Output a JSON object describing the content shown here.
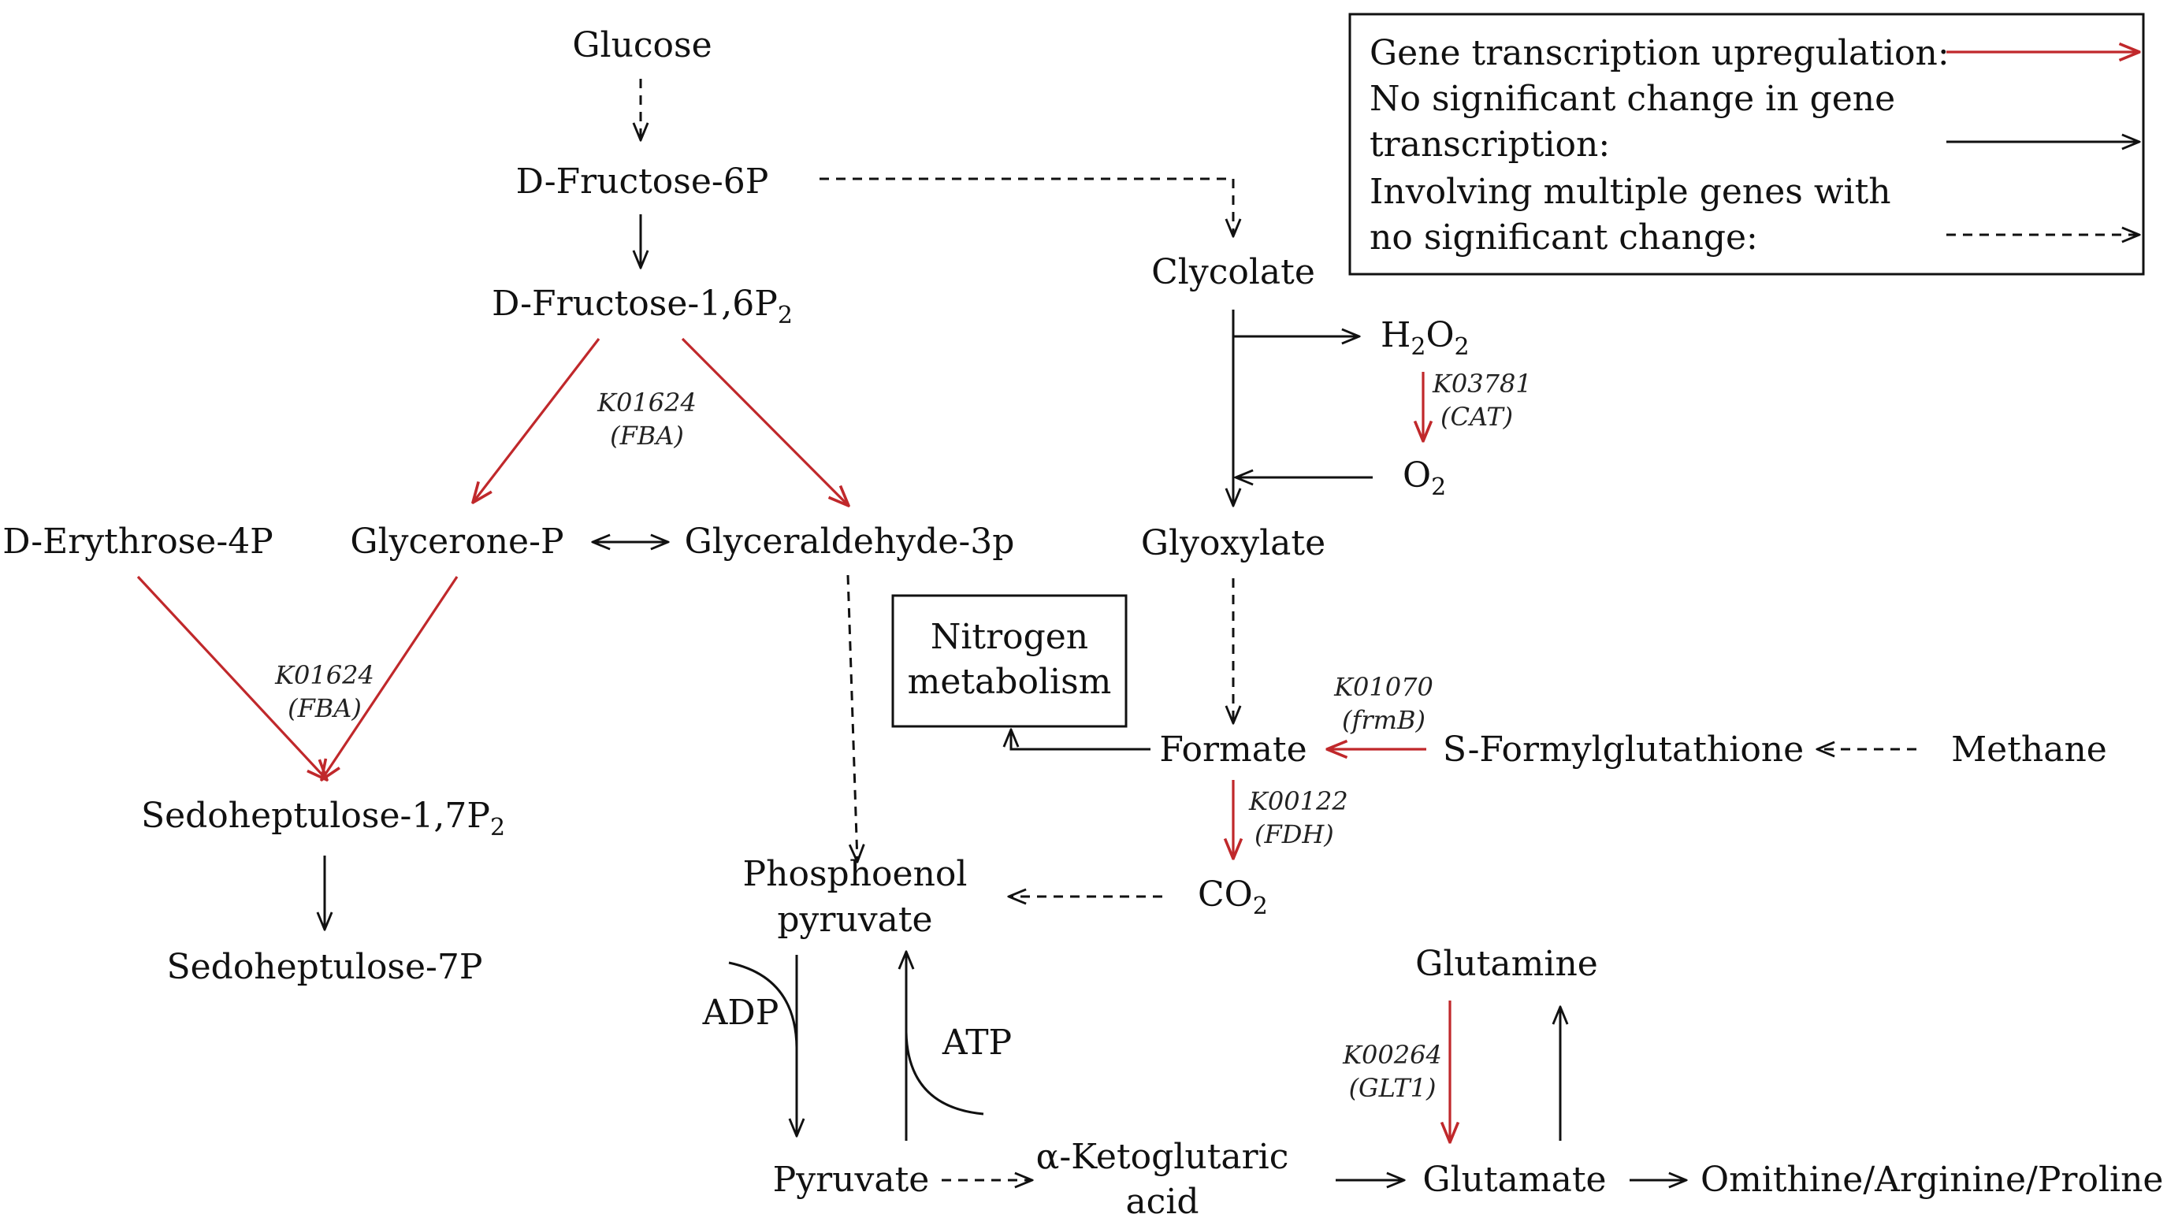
{
  "nodes": {
    "glucose": "Glucose",
    "fructose6p": "D-Fructose-6P",
    "fructose16p2": "D-Fructose-1,6P",
    "fructose16p2_sub": "2",
    "glycerone_p": "Glycerone-P",
    "glyceraldehyde3p": "Glyceraldehyde-3p",
    "erythrose4p": "D-Erythrose-4P",
    "sedoheptulose17p2": "Sedoheptulose-1,7P",
    "sedoheptulose17p2_sub": "2",
    "sedoheptulose7p": "Sedoheptulose-7P",
    "clycolate": "Clycolate",
    "h2o2_h": "H",
    "h2o2_2a": "2",
    "h2o2_o": "O",
    "h2o2_2b": "2",
    "o2_o": "O",
    "o2_2": "2",
    "glyoxylate": "Glyoxylate",
    "nitrogen_line1": "Nitrogen",
    "nitrogen_line2": "metabolism",
    "formate": "Formate",
    "s_formylglutathione": "S-Formylglutathione",
    "methane": "Methane",
    "co2_co": "CO",
    "co2_2": "2",
    "pep_line1": "Phosphoenol",
    "pep_line2": "pyruvate",
    "adp": "ADP",
    "atp": "ATP",
    "pyruvate": "Pyruvate",
    "akg_line1": "α-Ketoglutaric",
    "akg_line2": "acid",
    "glutamine": "Glutamine",
    "glutamate": "Glutamate",
    "omithine": "Omithine/Arginine/Proline"
  },
  "enzymes": {
    "fba_top_code": "K01624",
    "fba_top_name": "(FBA)",
    "fba_bottom_code": "K01624",
    "fba_bottom_name": "(FBA)",
    "cat_code": "K03781",
    "cat_name": "(CAT)",
    "frmb_code": "K01070",
    "frmb_name": "(frmB)",
    "fdh_code": "K00122",
    "fdh_name": "(FDH)",
    "glt1_code": "K00264",
    "glt1_name": "(GLT1)"
  },
  "legend": {
    "upregulation": "Gene transcription upregulation:",
    "no_change_line1": "No significant change in gene",
    "no_change_line2": "transcription:",
    "multiple_line1": "Involving multiple genes with",
    "multiple_line2": "no significant change:"
  },
  "colors": {
    "upregulated": "#c0282b",
    "no_change": "#111111"
  }
}
